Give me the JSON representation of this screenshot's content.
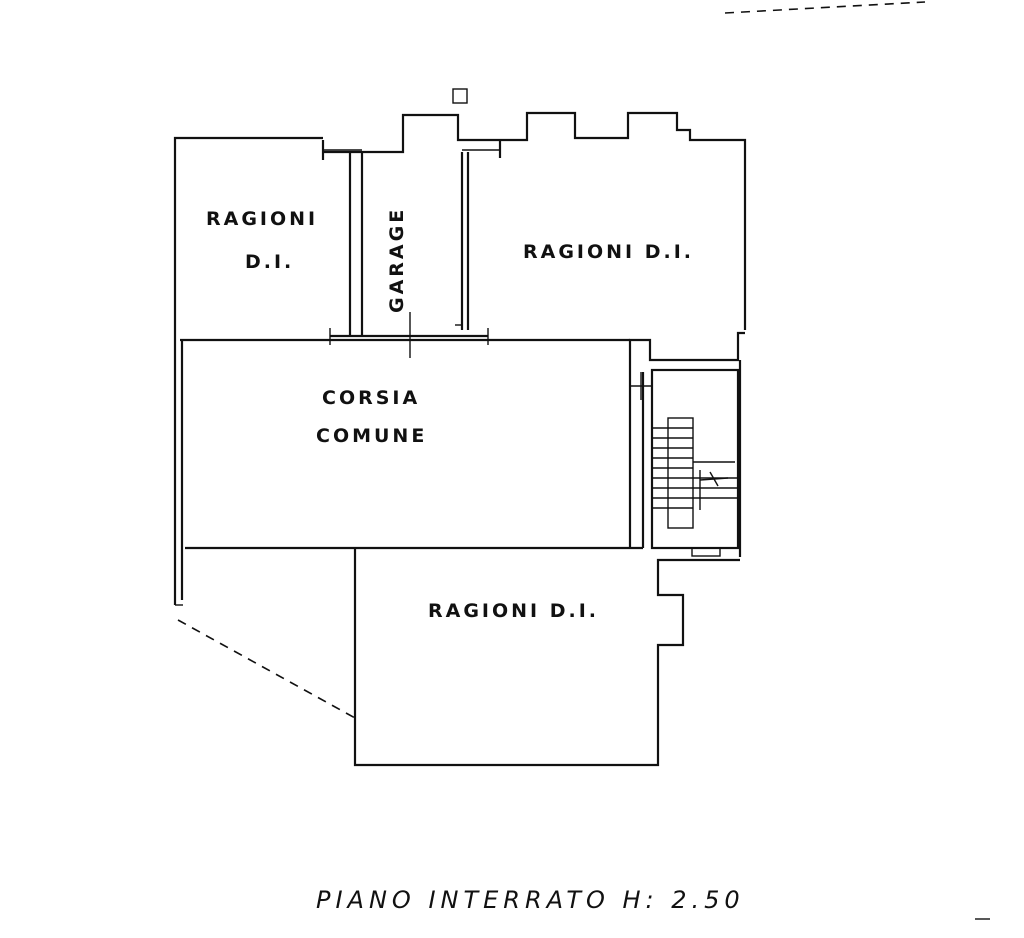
{
  "plan": {
    "rooms": {
      "left_top": {
        "line1": "RAGIONI",
        "line2": "D.I."
      },
      "garage": "GARAGE",
      "right_top": "RAGIONI D.I.",
      "corridor": {
        "line1": "CORSIA",
        "line2": "COMUNE"
      },
      "bottom": "RAGIONI D.I."
    },
    "title": "PIANO INTERRATO H: 2.50"
  }
}
